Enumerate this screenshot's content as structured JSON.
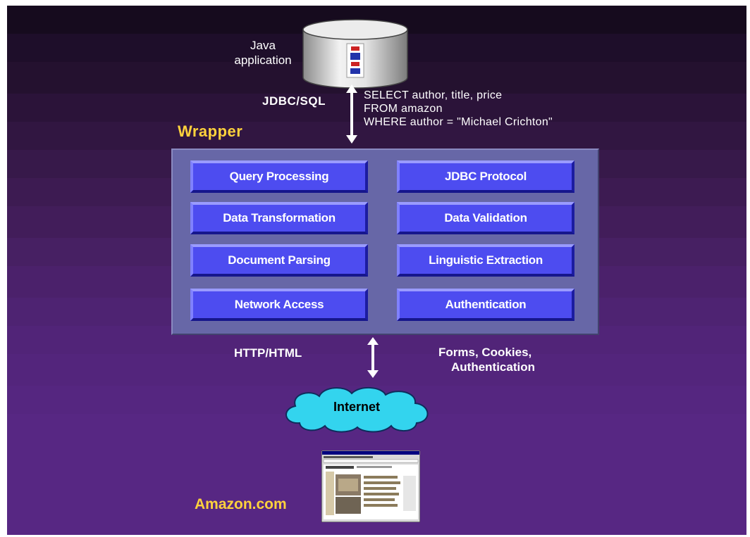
{
  "java_app": {
    "line1": "Java",
    "line2": "application"
  },
  "top_link": {
    "label": "JDBC/SQL",
    "query": [
      "SELECT author, title, price",
      "FROM amazon",
      "WHERE author = \"Michael Crichton\""
    ]
  },
  "wrapper": {
    "title": "Wrapper",
    "modules": [
      [
        "Query Processing",
        "JDBC Protocol"
      ],
      [
        "Data Transformation",
        "Data Validation"
      ],
      [
        "Document Parsing",
        "Linguistic Extraction"
      ],
      [
        "Network Access",
        "Authentication"
      ]
    ]
  },
  "bottom_link": {
    "label": "HTTP/HTML",
    "notes": [
      "Forms, Cookies,",
      "Authentication"
    ]
  },
  "internet": {
    "label": "Internet"
  },
  "source": {
    "label": "Amazon.com"
  },
  "colors": {
    "label_accent": "#ffd23c",
    "module_box": "#4d4cf0",
    "panel": "#6767a7",
    "cloud": "#33d4ee"
  }
}
